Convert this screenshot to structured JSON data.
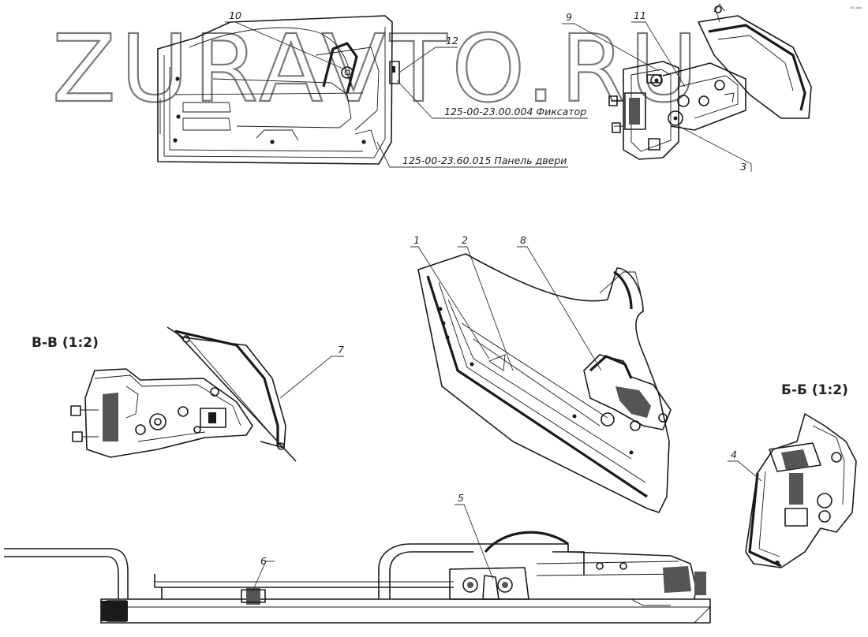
{
  "watermark": "ZURAVTO.RU",
  "corner_mark": "⁸³ ᵒᵒᵒ",
  "callouts": {
    "fixator": "125-00-23.00.004 Фиксатор",
    "door_panel": "125-00-23.60.015 Панель двери"
  },
  "section_views": {
    "vv": "В-В (1:2)",
    "bb": "Б-Б (1:2)"
  },
  "positions": [
    "1",
    "2",
    "3",
    "4",
    "5",
    "6",
    "7",
    "8",
    "9",
    "10",
    "11",
    "12"
  ]
}
